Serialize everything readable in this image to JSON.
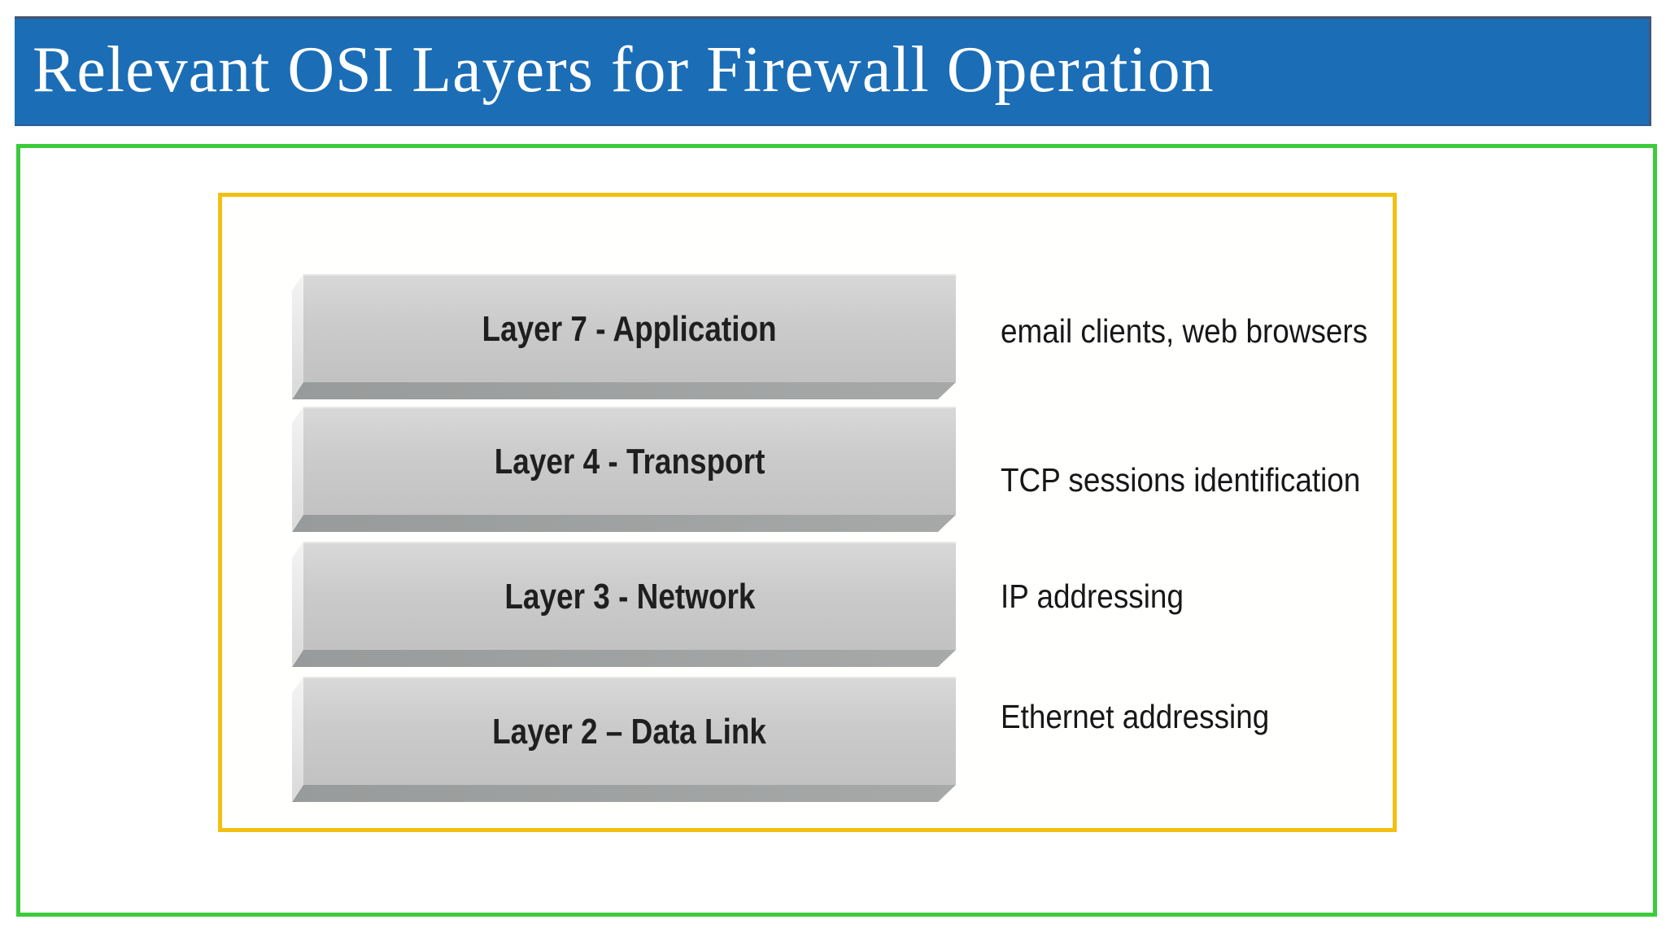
{
  "title": "Relevant OSI Layers for Firewall Operation",
  "colors": {
    "title_bar_bg": "#1b6db6",
    "title_text": "#ffffff",
    "outer_frame_border": "#3bcb3b",
    "inner_frame_border": "#f2c011",
    "slab_face": "#cbcbcb",
    "slab_bevel_light": "#ededed",
    "slab_bevel_dark": "#9da0a0",
    "label_text": "#1f1f1f"
  },
  "layers": [
    {
      "label": "Layer 7 - Application",
      "description": "email clients, web browsers"
    },
    {
      "label": "Layer 4 - Transport",
      "description": "TCP sessions identification"
    },
    {
      "label": "Layer 3 - Network",
      "description": "IP addressing"
    },
    {
      "label": "Layer 2 – Data Link",
      "description": "Ethernet addressing"
    }
  ]
}
